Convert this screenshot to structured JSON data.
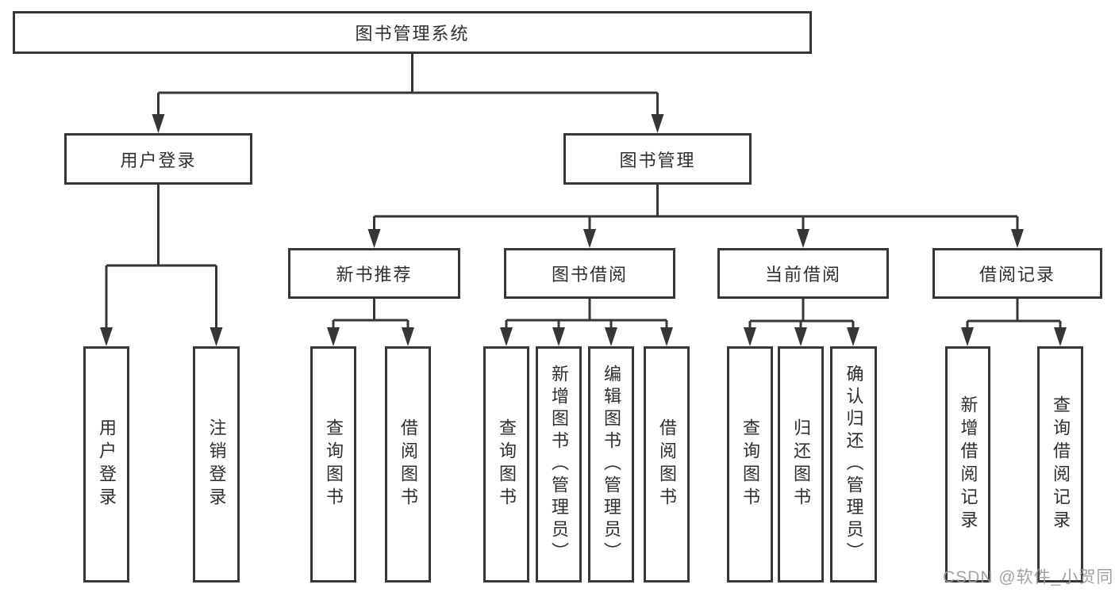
{
  "diagram_type": "functional-structure-tree",
  "colors": {
    "line": "#363636",
    "box_border": "#363636",
    "box_background": "#ffffff",
    "text": "#2f2f2f",
    "watermark": "#9a9a9a",
    "page_background": "#ffffff"
  },
  "watermark": {
    "text": "CSDN @软件_小贺同学"
  },
  "tree": {
    "label": "图书管理系统",
    "children": [
      {
        "label": "用户登录",
        "children": [
          {
            "label": "用户登录"
          },
          {
            "label": "注销登录"
          }
        ]
      },
      {
        "label": "图书管理",
        "children": [
          {
            "label": "新书推荐",
            "children": [
              {
                "label": "查询图书"
              },
              {
                "label": "借阅图书"
              }
            ]
          },
          {
            "label": "图书借阅",
            "children": [
              {
                "label": "查询图书"
              },
              {
                "label": "新增图书（管理员）"
              },
              {
                "label": "编辑图书（管理员）"
              },
              {
                "label": "借阅图书"
              }
            ]
          },
          {
            "label": "当前借阅",
            "children": [
              {
                "label": "查询图书"
              },
              {
                "label": "归还图书"
              },
              {
                "label": "确认归还（管理员）"
              }
            ]
          },
          {
            "label": "借阅记录",
            "children": [
              {
                "label": "新增借阅记录"
              },
              {
                "label": "查询借阅记录"
              }
            ]
          }
        ]
      }
    ]
  }
}
